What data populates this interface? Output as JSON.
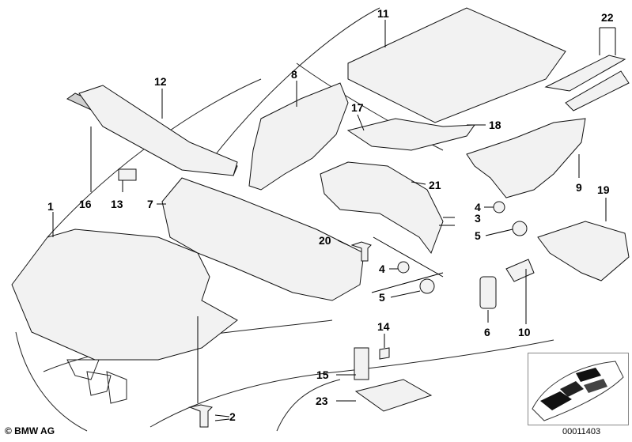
{
  "diagram": {
    "copyright": "© BMW AG",
    "document_number": "00011403",
    "callouts": [
      {
        "id": "c1",
        "label": "1"
      },
      {
        "id": "c2",
        "label": "2"
      },
      {
        "id": "c3",
        "label": "3"
      },
      {
        "id": "c4a",
        "label": "4"
      },
      {
        "id": "c4b",
        "label": "4"
      },
      {
        "id": "c5a",
        "label": "5"
      },
      {
        "id": "c5b",
        "label": "5"
      },
      {
        "id": "c6",
        "label": "6"
      },
      {
        "id": "c7",
        "label": "7"
      },
      {
        "id": "c8",
        "label": "8"
      },
      {
        "id": "c9",
        "label": "9"
      },
      {
        "id": "c10",
        "label": "10"
      },
      {
        "id": "c11",
        "label": "11"
      },
      {
        "id": "c12",
        "label": "12"
      },
      {
        "id": "c13",
        "label": "13"
      },
      {
        "id": "c14",
        "label": "14"
      },
      {
        "id": "c15",
        "label": "15"
      },
      {
        "id": "c16",
        "label": "16"
      },
      {
        "id": "c17",
        "label": "17"
      },
      {
        "id": "c18",
        "label": "18"
      },
      {
        "id": "c19",
        "label": "19"
      },
      {
        "id": "c20",
        "label": "20"
      },
      {
        "id": "c21",
        "label": "21"
      },
      {
        "id": "c22",
        "label": "22"
      },
      {
        "id": "c23",
        "label": "23"
      }
    ]
  }
}
